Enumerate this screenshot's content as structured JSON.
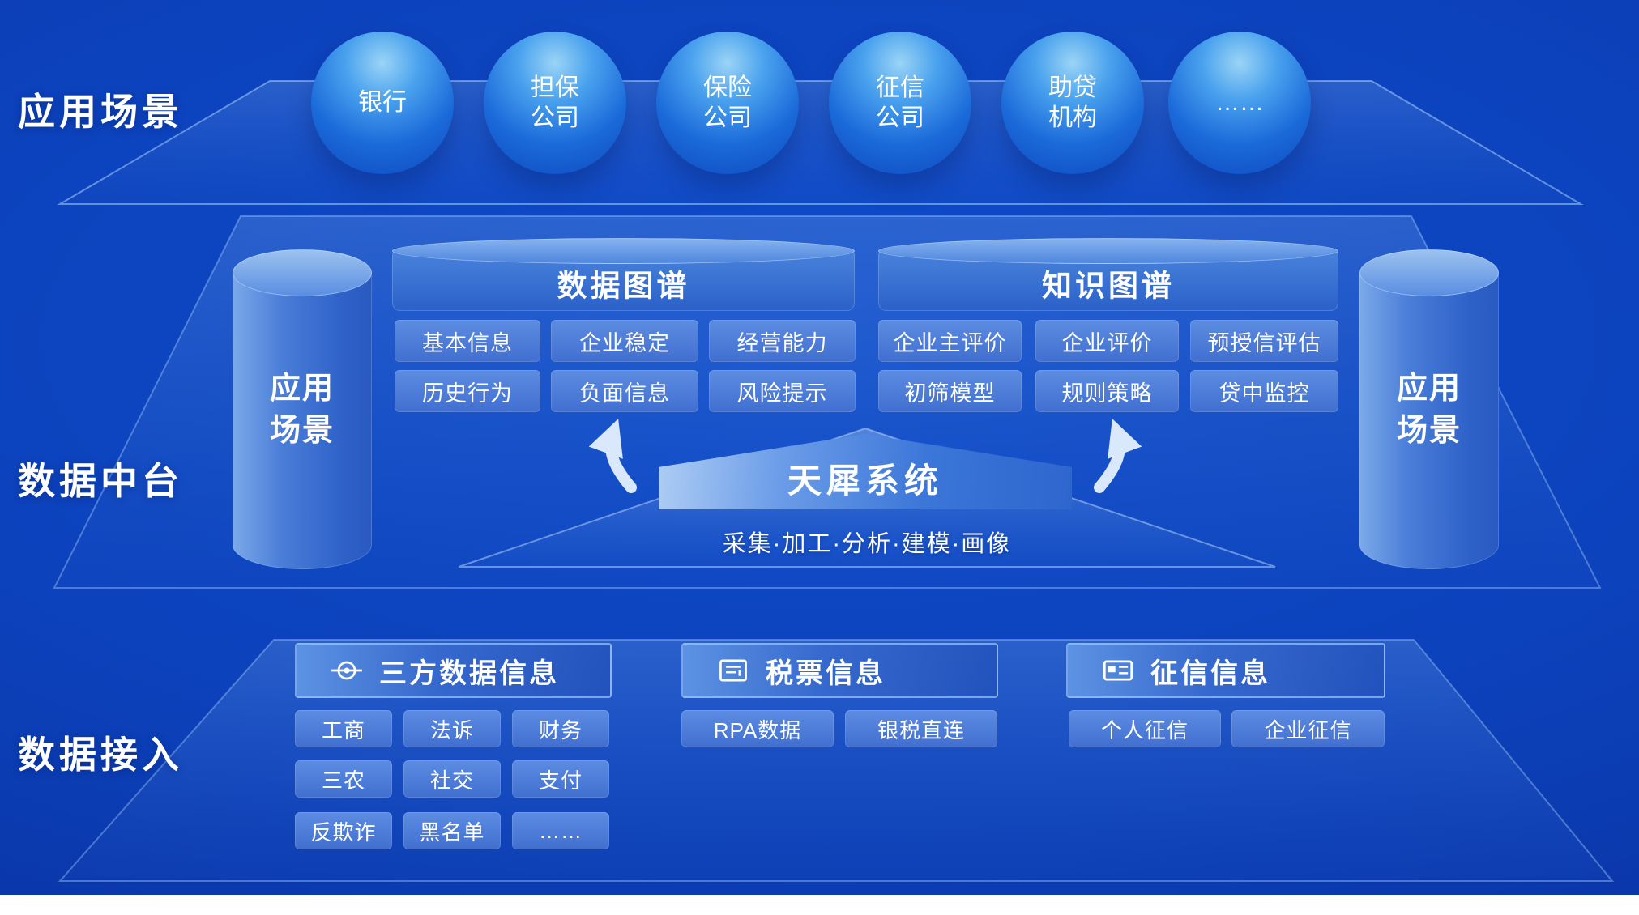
{
  "labels": {
    "top_section": "应用场景",
    "middle_section": "数据中台",
    "bottom_section": "数据接入"
  },
  "spheres": [
    {
      "label": "银行"
    },
    {
      "label": "担保公司"
    },
    {
      "label": "保险公司"
    },
    {
      "label": "征信公司"
    },
    {
      "label": "助贷机构"
    },
    {
      "label": "……"
    }
  ],
  "platform": {
    "left_cylinder": "应用场景",
    "right_cylinder": "应用场景",
    "data_graph": {
      "title": "数据图谱",
      "chips": [
        "基本信息",
        "企业稳定",
        "经营能力",
        "历史行为",
        "负面信息",
        "风险提示"
      ]
    },
    "knowledge_graph": {
      "title": "知识图谱",
      "chips": [
        "企业主评价",
        "企业评价",
        "预授信评估",
        "初筛模型",
        "规则策略",
        "贷中监控"
      ]
    },
    "system": {
      "name": "天犀系统",
      "subtitle": "采集·加工·分析·建模·画像"
    }
  },
  "access": {
    "groups": [
      {
        "title": "三方数据信息",
        "icon": "target-icon",
        "chips": [
          "工商",
          "法诉",
          "财务",
          "三农",
          "社交",
          "支付",
          "反欺诈",
          "黑名单",
          "……"
        ]
      },
      {
        "title": "税票信息",
        "icon": "invoice-icon",
        "chips": [
          "RPA数据",
          "银税直连"
        ]
      },
      {
        "title": "征信信息",
        "icon": "id-card-icon",
        "chips": [
          "个人征信",
          "企业征信"
        ]
      }
    ]
  },
  "colors": {
    "background": "#0c41bb",
    "chip": "#4b7fd9",
    "accent": "#2f6fd8",
    "text": "#ffffff",
    "outline": "#9ccafc"
  }
}
